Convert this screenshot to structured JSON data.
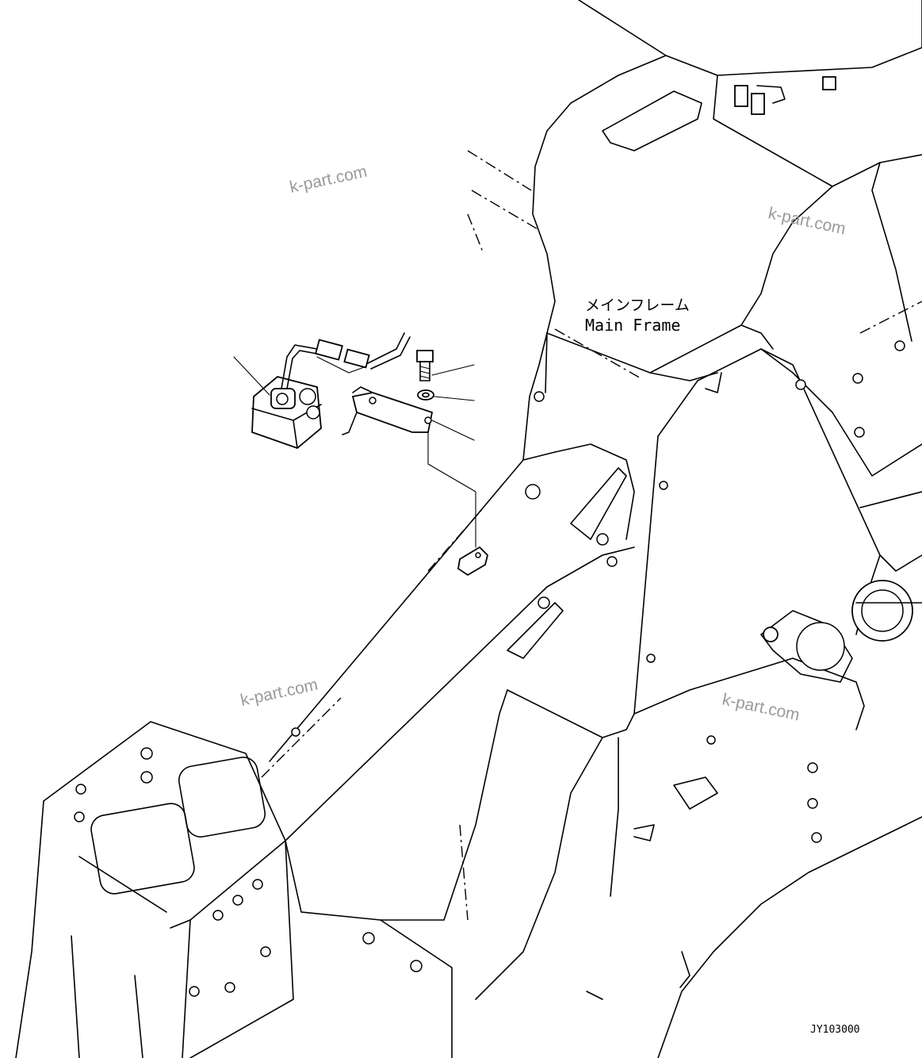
{
  "labels": {
    "frame_name_ja": "メインフレーム",
    "frame_name_en": "Main Frame"
  },
  "watermarks": [
    "k-part.com",
    "k-part.com",
    "k-part.com",
    "k-part.com"
  ],
  "drawing_code": "JY103000"
}
